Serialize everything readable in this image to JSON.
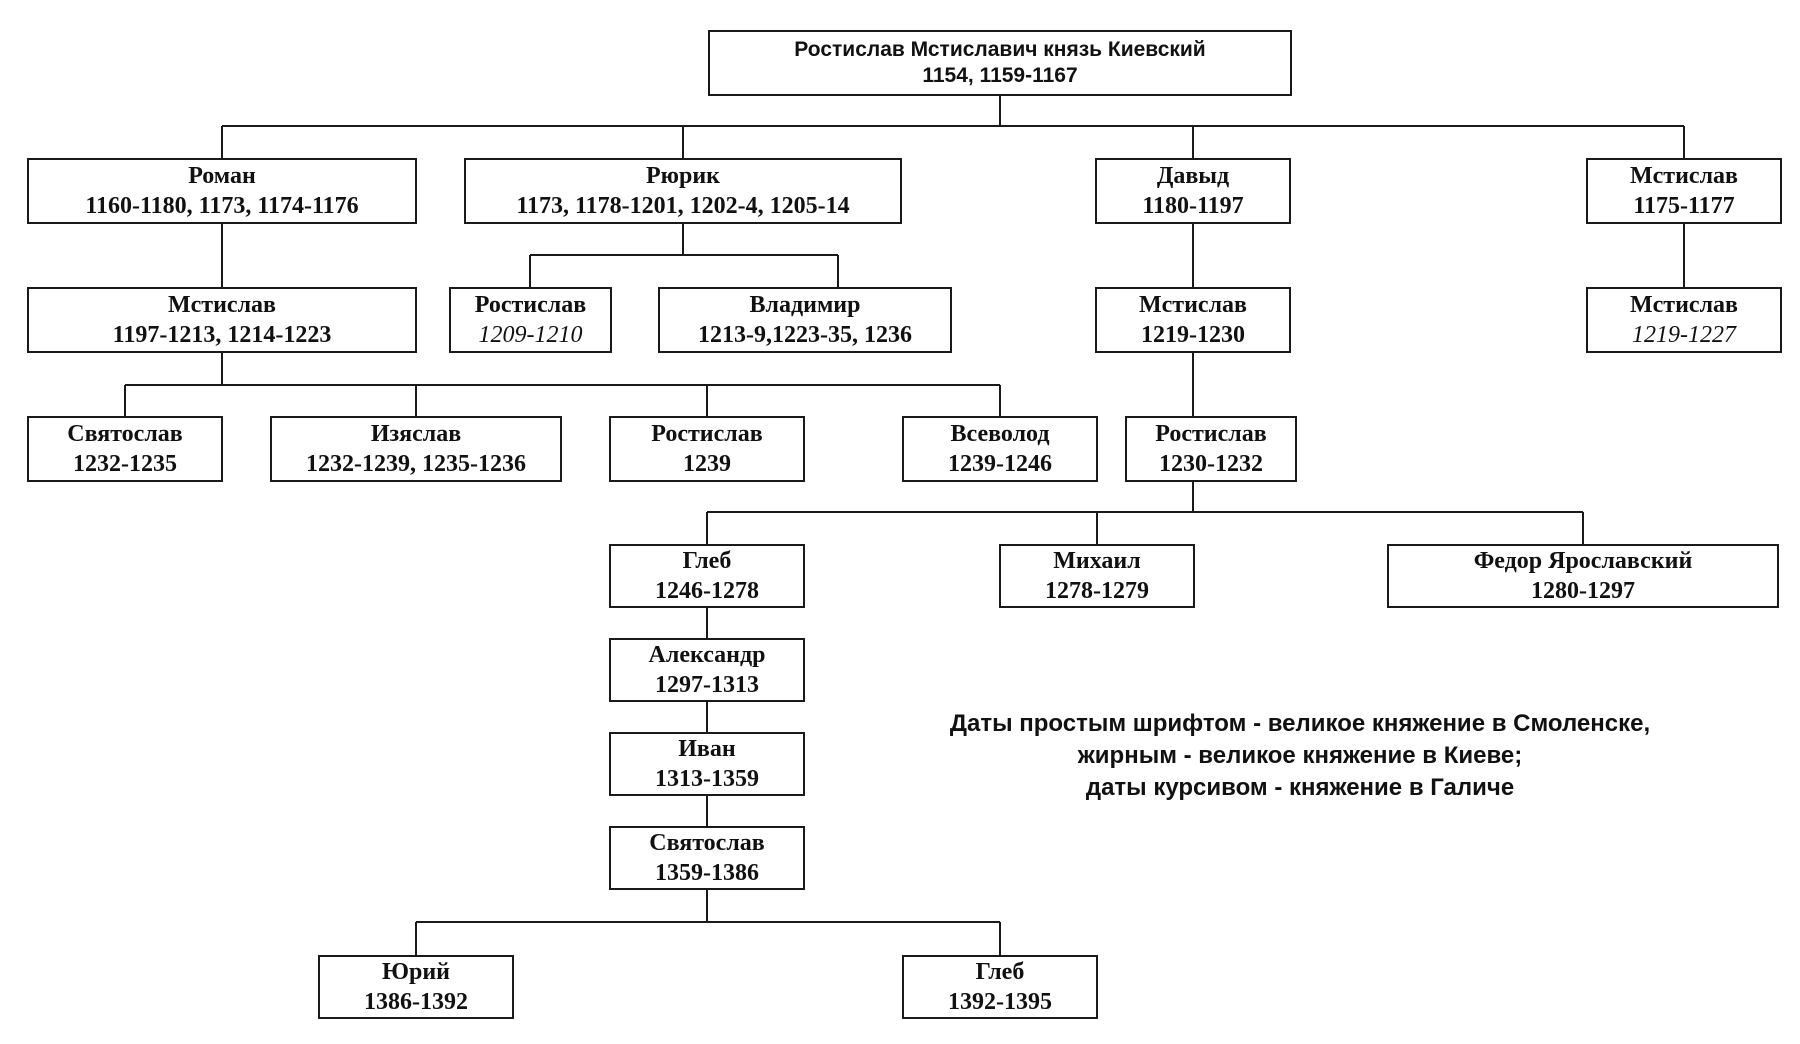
{
  "root": {
    "name": "Ростислав Мстиславич князь Киевский",
    "dates": "1154, 1159-1167"
  },
  "gen1": {
    "roman": {
      "name": "Роман",
      "dates": "1160-1180, 1173, 1174-1176"
    },
    "riurik": {
      "name": "Рюрик",
      "dates": "1173, 1178-1201, 1202-4, 1205-14"
    },
    "davyd": {
      "name": "Давыд",
      "dates": "1180-1197"
    },
    "mstislav": {
      "name": "Мстислав",
      "dates": "1175-1177"
    }
  },
  "gen2": {
    "mstislav_r": {
      "name": "Мстислав",
      "dates": "1197-1213, 1214-1223"
    },
    "rostislav_r": {
      "name": "Ростислав",
      "dates": "1209-1210"
    },
    "vladimir": {
      "name": "Владимир",
      "dates": "1213-9,1223-35, 1236"
    },
    "mstislav_d": {
      "name": "Мстислав",
      "dates": "1219-1230"
    },
    "mstislav_m": {
      "name": "Мстислав",
      "dates": "1219-1227"
    }
  },
  "gen3": {
    "sviatoslav": {
      "name": "Святослав",
      "dates": "1232-1235"
    },
    "iziaslav": {
      "name": "Изяслав",
      "dates": "1232-1239, 1235-1236"
    },
    "rostislav_m": {
      "name": "Ростислав",
      "dates": "1239"
    },
    "vsevolod": {
      "name": "Всеволод",
      "dates": "1239-1246"
    },
    "rostislav_d": {
      "name": "Ростислав",
      "dates": "1230-1232"
    }
  },
  "gen4": {
    "gleb": {
      "name": "Глеб",
      "dates": "1246-1278"
    },
    "mikhail": {
      "name": "Михаил",
      "dates": "1278-1279"
    },
    "fedor": {
      "name": "Федор Ярославский",
      "dates": "1280-1297"
    }
  },
  "line": {
    "aleksandr": {
      "name": "Александр",
      "dates": "1297-1313"
    },
    "ivan": {
      "name": "Иван",
      "dates": "1313-1359"
    },
    "sviatoslav2": {
      "name": "Святослав",
      "dates": "1359-1386"
    },
    "yurii": {
      "name": "Юрий",
      "dates": "1386-1392"
    },
    "gleb2": {
      "name": "Глеб",
      "dates": "1392-1395"
    }
  },
  "legend": {
    "line1": "Даты простым шрифтом -  великое княжение в Смоленске,",
    "line2": "жирным - великое княжение в Киеве;",
    "line3": "даты курсивом - княжение в Галиче"
  },
  "colors": {
    "line": "#1a1a1a",
    "text": "#111111",
    "background": "#ffffff"
  }
}
